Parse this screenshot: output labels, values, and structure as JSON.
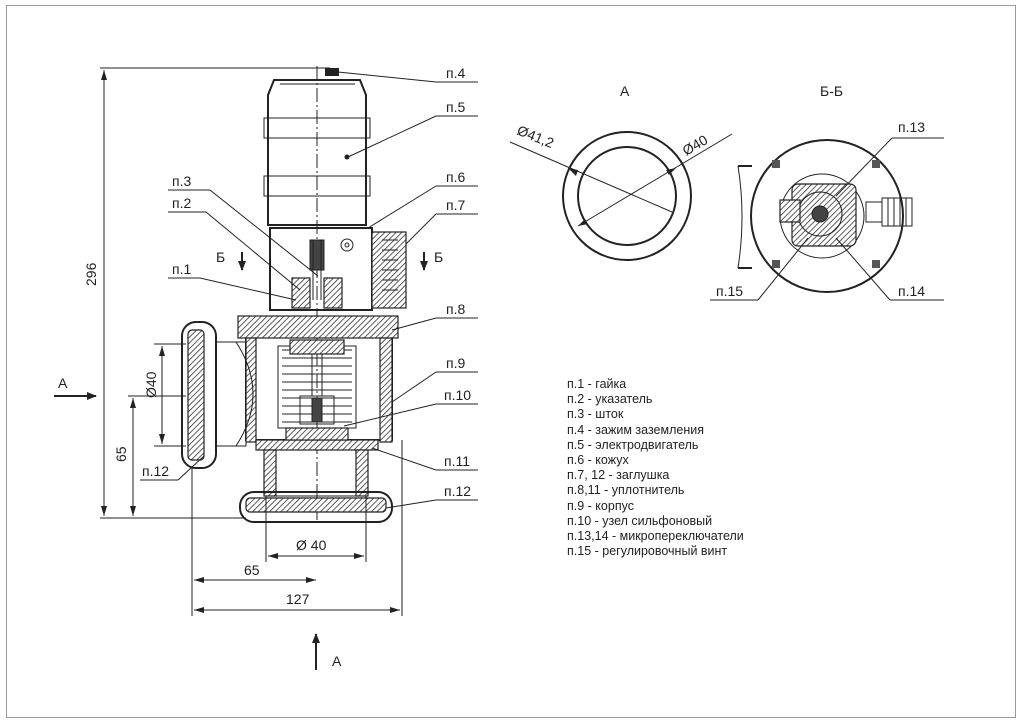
{
  "labels": {
    "p4": "п.4",
    "p5": "п.5",
    "p3": "п.3",
    "p2": "п.2",
    "p6": "п.6",
    "p7": "п.7",
    "p1": "п.1",
    "p8": "п.8",
    "p9": "п.9",
    "p10": "п.10",
    "p11": "п.11",
    "p12_left": "п.12",
    "p12_right": "п.12",
    "p13": "п.13",
    "p14": "п.14",
    "p15": "п.15"
  },
  "views": {
    "view_a": "А",
    "view_bb": "Б-Б",
    "section_mark_left": "Б",
    "section_mark_right": "Б",
    "arrow_a_left": "А",
    "arrow_a_bottom": "А"
  },
  "dimensions": {
    "height_total": "296",
    "height_inlet": "65",
    "diam_side": "Ø40",
    "diam_bottom": "Ø 40",
    "width_65": "65",
    "width_127": "127",
    "diam_41_2": "Ø41,2",
    "diam_40_view": "Ø40"
  },
  "legend": [
    "п.1 - гайка",
    "п.2 - указатель",
    "п.3 - шток",
    "п.4 - зажим заземления",
    "п.5 - электродвигатель",
    "п.6 - кожух",
    "п.7, 12 - заглушка",
    "п.8,11 - уплотнитель",
    "п.9 - корпус",
    "п.10 - узел сильфоновый",
    "п.13,14 - микропереключатели",
    "п.15 - регулировочный винт"
  ]
}
